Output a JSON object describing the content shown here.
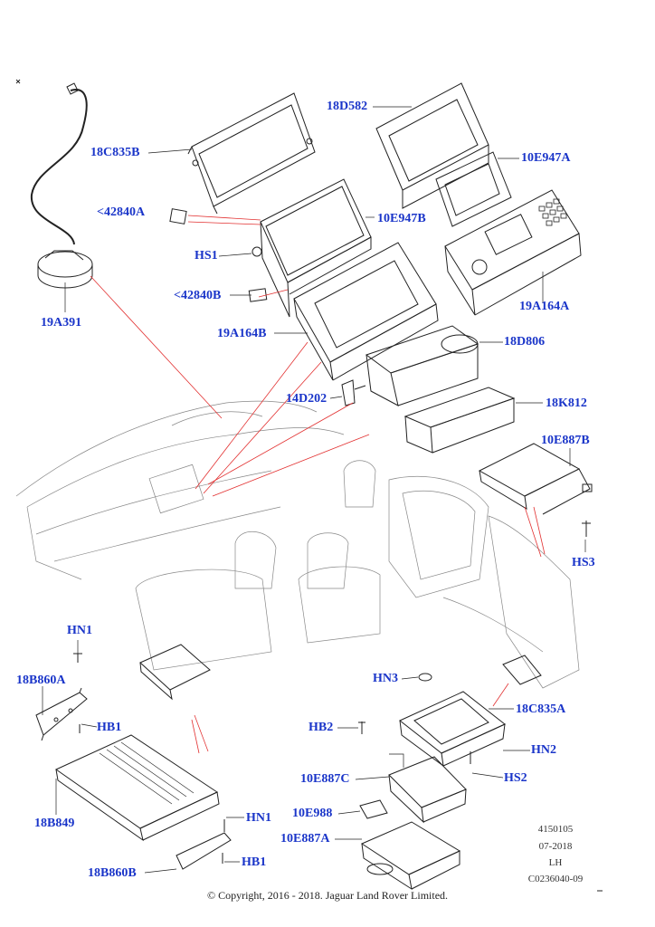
{
  "labels": {
    "18D582": "18D582",
    "18C835B": "18C835B",
    "10E947A": "10E947A",
    "42840A": "<42840A",
    "10E947B": "10E947B",
    "HS1": "HS1",
    "42840B": "<42840B",
    "19A164A": "19A164A",
    "19A164B": "19A164B",
    "18D806": "18D806",
    "19A391": "19A391",
    "14D202": "14D202",
    "18K812": "18K812",
    "10E887B": "10E887B",
    "HS3": "HS3",
    "HN1_left": "HN1",
    "18B860A": "18B860A",
    "HB1_left": "HB1",
    "HN3": "HN3",
    "18C835A": "18C835A",
    "HB2": "HB2",
    "HN2": "HN2",
    "10E887C": "10E887C",
    "HS2": "HS2",
    "18B849": "18B849",
    "HN1_right": "HN1",
    "10E988": "10E988",
    "10E887A": "10E887A",
    "18B860B": "18B860B",
    "HB1_right": "HB1"
  },
  "meta": {
    "ref": "4150105",
    "date": "07-2018",
    "side": "LH",
    "code": "C0236040-09"
  },
  "copyright": "© Copyright, 2016 - 2018. Jaguar Land Rover Limited.",
  "colors": {
    "callout": "#1a35c9",
    "leader": "#e23030",
    "line": "#222222"
  }
}
